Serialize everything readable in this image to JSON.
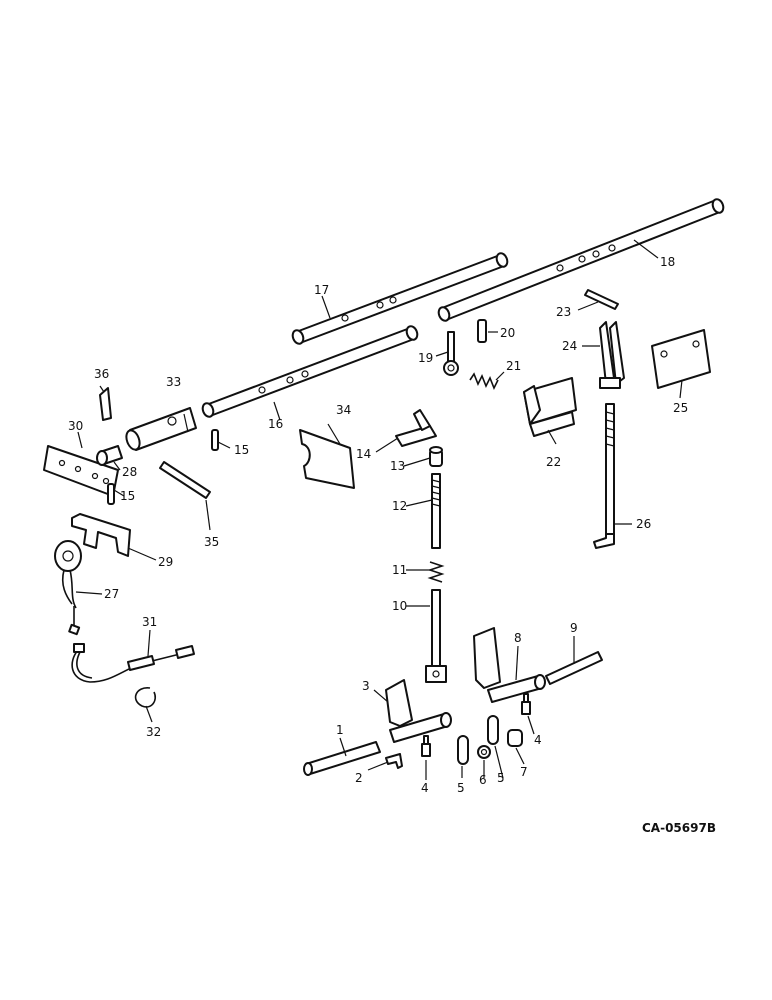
{
  "drawing_code": "CA-05697B",
  "callouts": [
    "1",
    "2",
    "3",
    "4",
    "4",
    "5",
    "5",
    "6",
    "7",
    "8",
    "9",
    "10",
    "11",
    "12",
    "13",
    "14",
    "15",
    "15",
    "16",
    "17",
    "18",
    "19",
    "20",
    "21",
    "22",
    "23",
    "24",
    "25",
    "26",
    "27",
    "28",
    "29",
    "30",
    "31",
    "32",
    "33",
    "34",
    "35",
    "36"
  ]
}
